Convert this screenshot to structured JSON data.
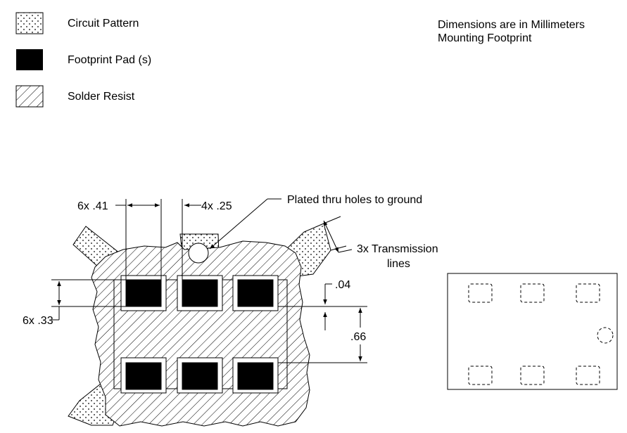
{
  "legend": {
    "circuit_pattern": "Circuit Pattern",
    "footprint_pad": "Footprint Pad (s)",
    "solder_resist": "Solder Resist"
  },
  "notes": {
    "units": "Dimensions are in Millimeters",
    "title": "Mounting Footprint"
  },
  "callouts": {
    "pad_width": "6x .41",
    "pad_gap": "4x .25",
    "plated_holes": "Plated thru holes to ground",
    "transmission_lines_1": "3x Transmission",
    "transmission_lines_2": "lines",
    "pad_height": "6x .33",
    "clearance": ".04",
    "pitch": ".66"
  }
}
